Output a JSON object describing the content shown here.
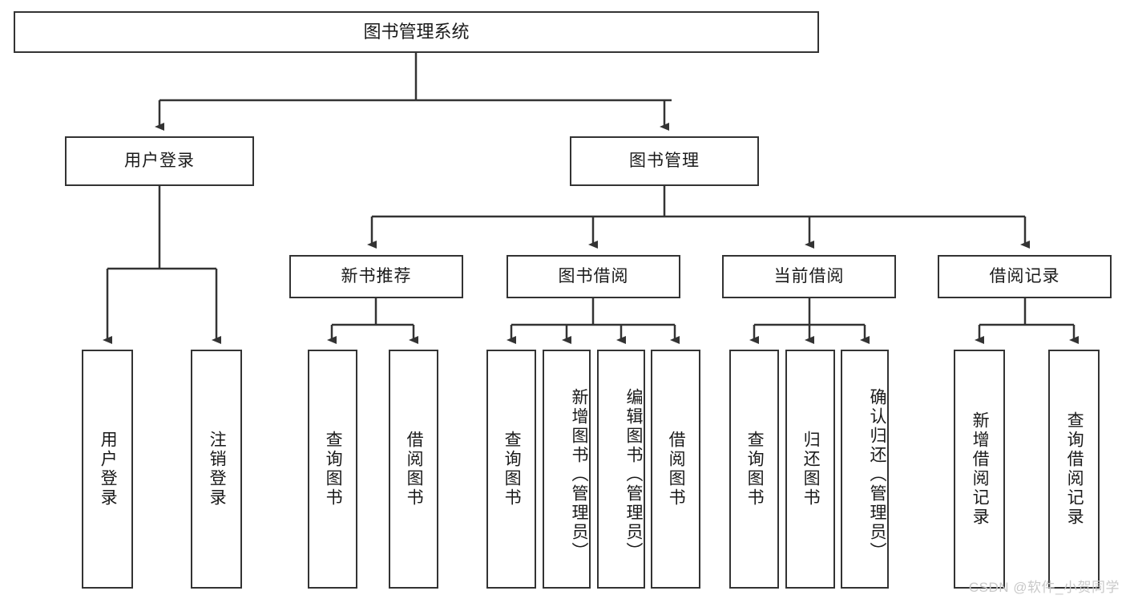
{
  "diagram": {
    "title": "图书管理系统",
    "watermark": "CSDN @软件_小贺同学",
    "colors": {
      "stroke": "#333333",
      "fill": "#ffffff",
      "text": "#1a1a1a",
      "watermark": "#c9c9c9"
    },
    "root": {
      "label": "图书管理系统"
    },
    "level2": [
      {
        "label": "用户登录"
      },
      {
        "label": "图书管理"
      }
    ],
    "level3": [
      {
        "label": "新书推荐"
      },
      {
        "label": "图书借阅"
      },
      {
        "label": "当前借阅"
      },
      {
        "label": "借阅记录"
      }
    ],
    "leaves": {
      "user_login": [
        {
          "label": "用户登录"
        },
        {
          "label": "注销登录"
        }
      ],
      "new_book": [
        {
          "label": "查询图书"
        },
        {
          "label": "借阅图书"
        }
      ],
      "book_borrow": [
        {
          "label": "查询图书"
        },
        {
          "label": "新增图书（管理员）"
        },
        {
          "label": "编辑图书（管理员）"
        },
        {
          "label": "借阅图书"
        }
      ],
      "current_borrow": [
        {
          "label": "查询图书"
        },
        {
          "label": "归还图书"
        },
        {
          "label": "确认归还（管理员）"
        }
      ],
      "borrow_record": [
        {
          "label": "新增借阅记录"
        },
        {
          "label": "查询借阅记录"
        }
      ]
    }
  }
}
